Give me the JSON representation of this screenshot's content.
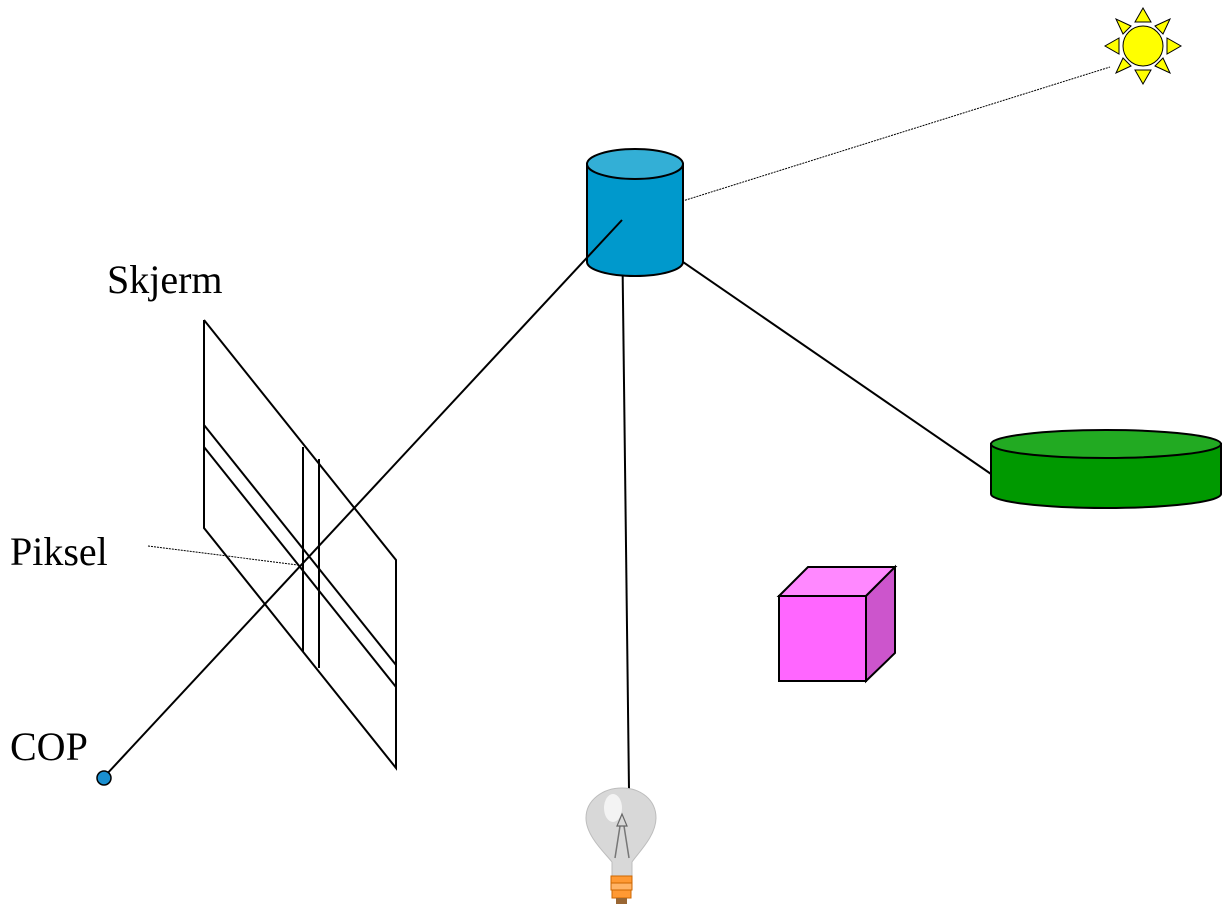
{
  "labels": {
    "screen": "Skjerm",
    "pixel": "Piksel",
    "cop": "COP"
  },
  "colors": {
    "background": "#ffffff",
    "stroke": "#000000",
    "cylinder_side": "#0099cc",
    "cylinder_top": "#33afd6",
    "disc_side": "#009900",
    "disc_top": "#22aa22",
    "cube_front": "#ff66ff",
    "cube_top": "#ff88ff",
    "cube_side": "#cc55cc",
    "sun": "#ffff00",
    "cop_point": "#1a8fd0",
    "bulb_glass": "#d8d8d8",
    "bulb_base": "#ff9933"
  },
  "icons": [
    "sun-icon",
    "light-bulb-icon"
  ]
}
